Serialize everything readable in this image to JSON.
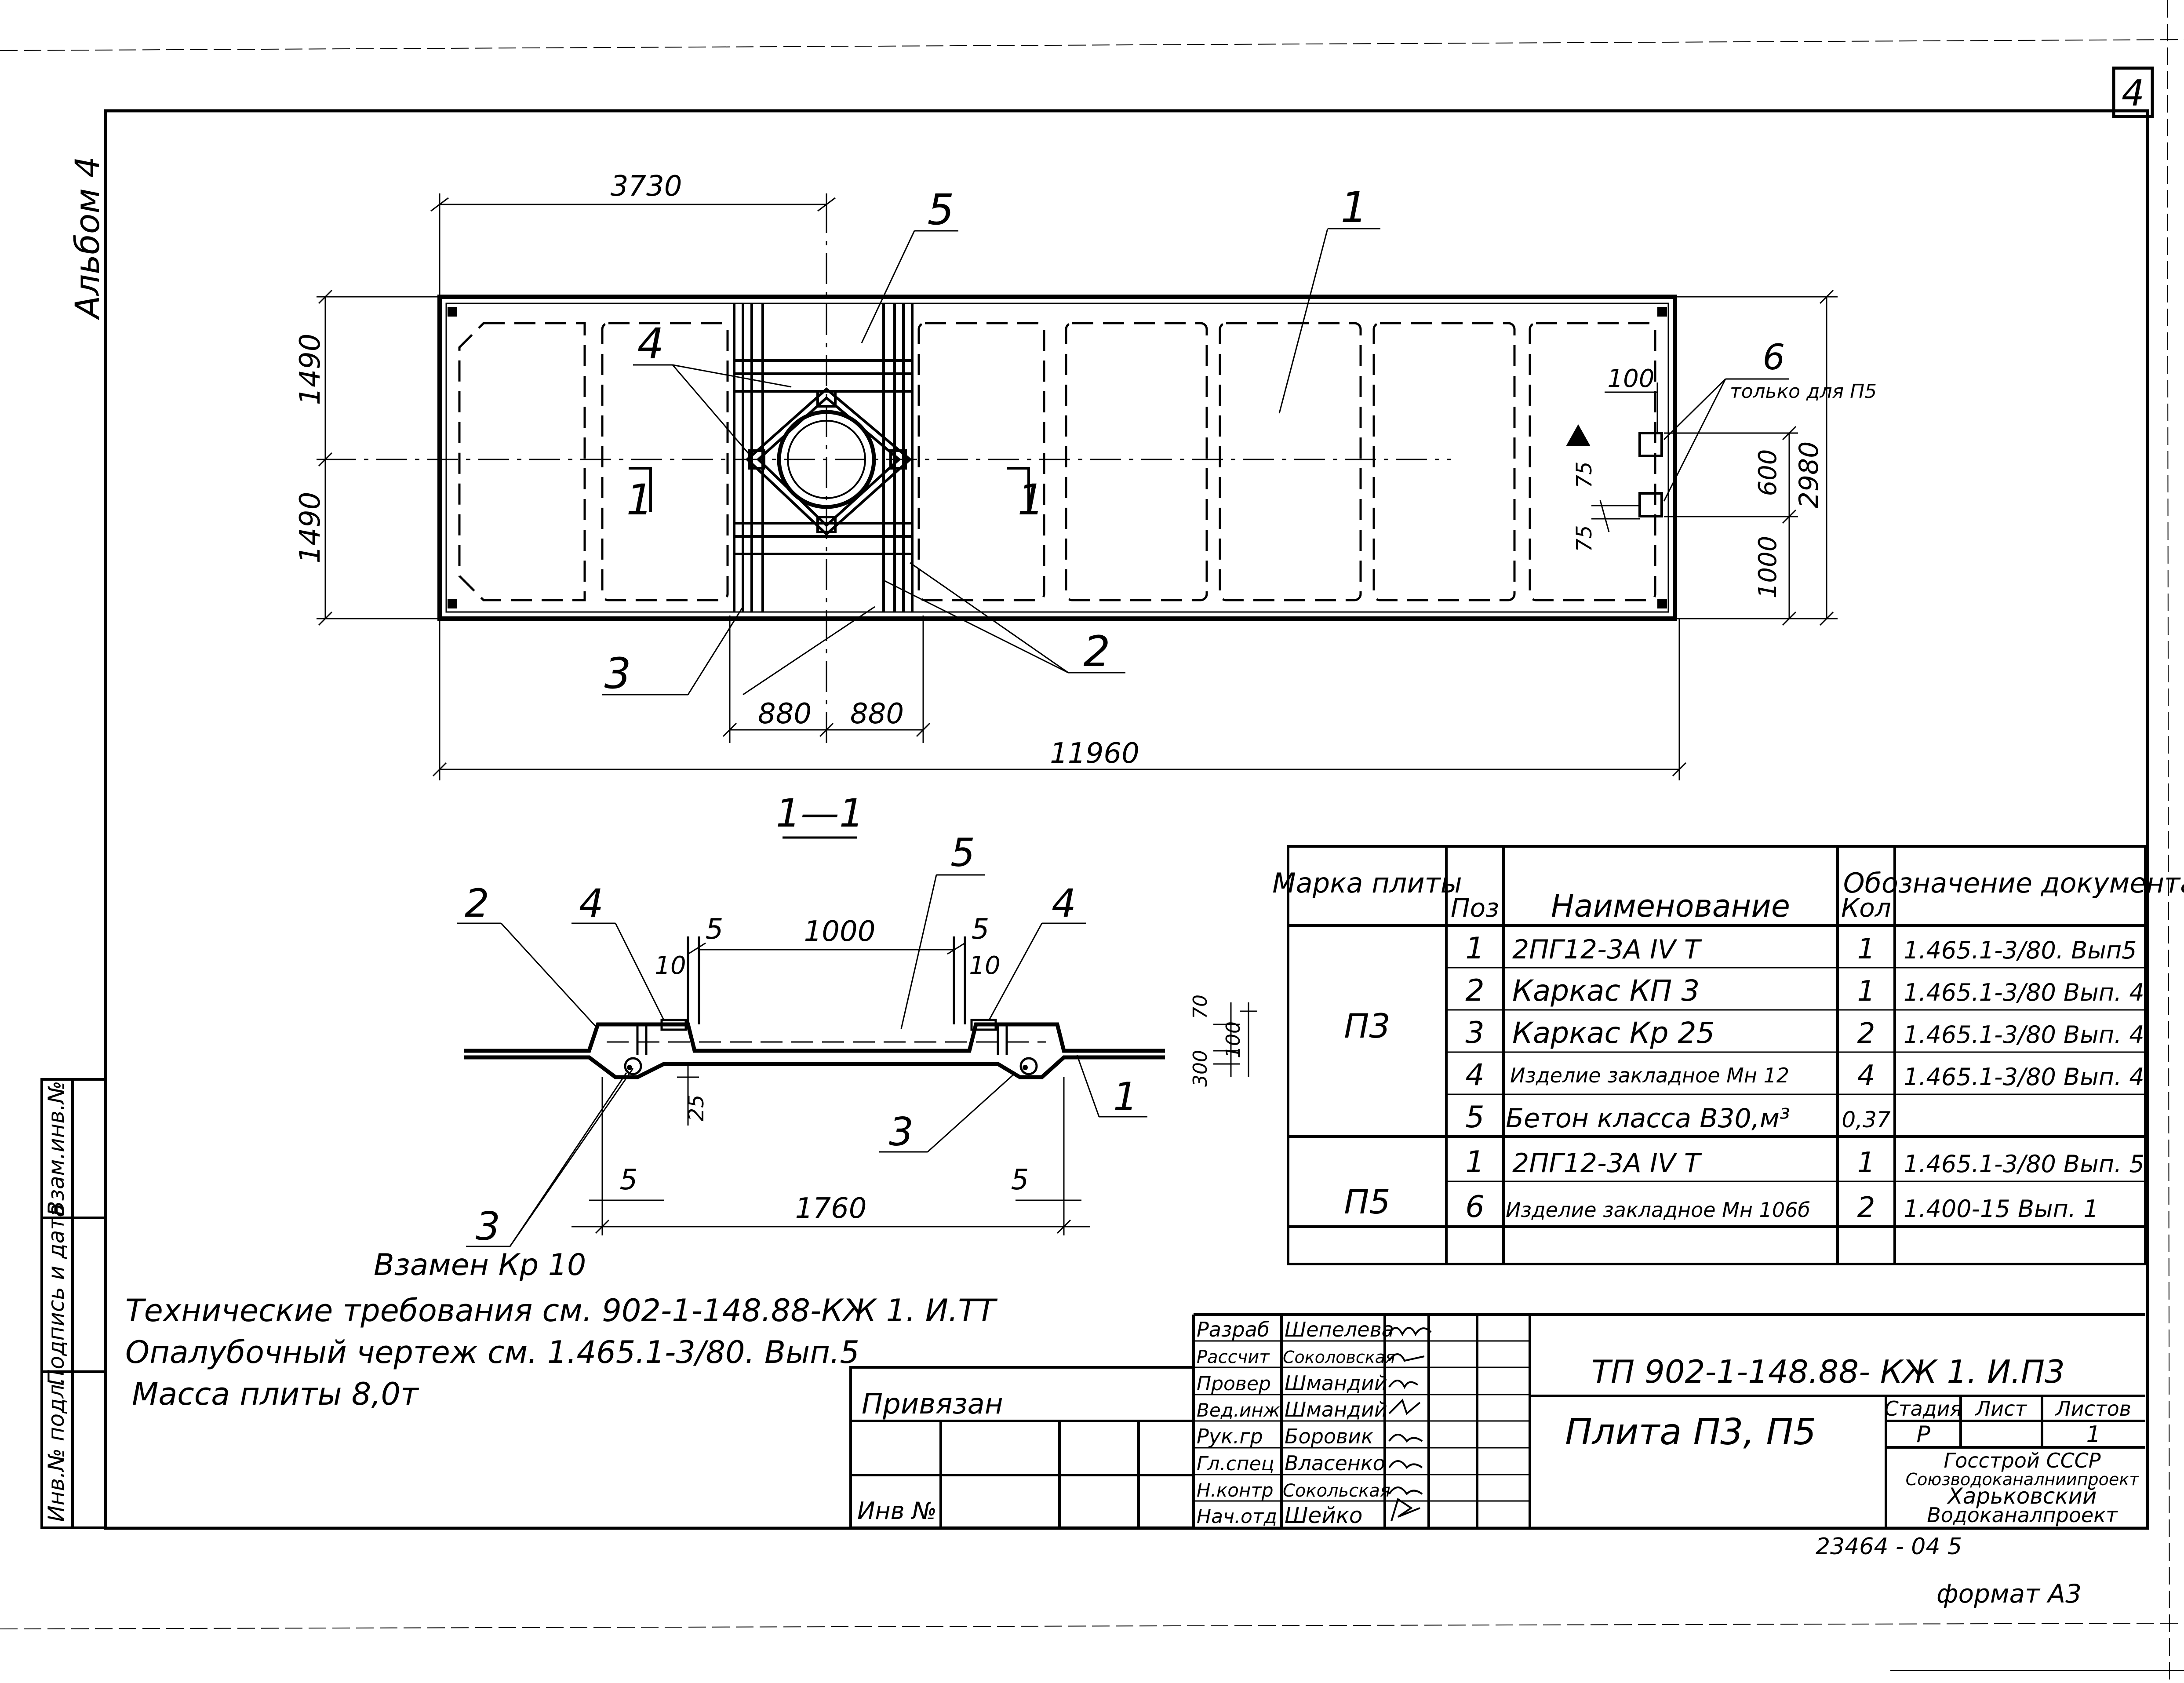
{
  "sheet": {
    "sheet_corner_number": "4",
    "album_label": "Альбом 4",
    "format_label": "формат А3",
    "archive_number": "23464 - 04 5"
  },
  "plan": {
    "dimensions": {
      "d3730": "3730",
      "d1490_top": "1490",
      "d1490_bottom": "1490",
      "d880_left": "880",
      "d880_right": "880",
      "d11960": "11960",
      "d100": "100",
      "d600": "600",
      "d2980": "2980",
      "d1000": "1000",
      "d75_a": "75",
      "d75_b": "75"
    },
    "callouts": {
      "c1": "1",
      "c2": "2",
      "c3": "3",
      "c4": "4",
      "c5": "5",
      "c6": "6"
    },
    "note_only_p5": "только для П5",
    "section_mark_left": "1",
    "section_mark_right": "1"
  },
  "section": {
    "title": "1—1",
    "dimensions": {
      "d1000": "1000",
      "d1760": "1760",
      "d5_tl": "5",
      "d5_tr": "5",
      "d10_l": "10",
      "d10_r": "10",
      "d70": "70",
      "d100": "100",
      "d300": "300",
      "d25": "25",
      "d5_bl": "5",
      "d5_br": "5"
    },
    "callouts": {
      "c2": "2",
      "c4_l": "4",
      "c5": "5",
      "c4_r": "4",
      "c1": "1",
      "c3": "3",
      "c3_b": "3"
    },
    "replacement_note": "Взамен Кр 10"
  },
  "notes": [
    "Технические требования см. 902-1-148.88-КЖ 1. И.ТТ",
    "Опалубочный чертеж см. 1.465.1-3/80. Вып.5",
    "Масса плиты 8,0т"
  ],
  "spec_table": {
    "headers": {
      "mark": "Марка плиты",
      "pos": "Поз",
      "name": "Наименование",
      "qty": "Кол",
      "doc": "Обозначение документа"
    },
    "groups": [
      {
        "mark": "П3"
      },
      {
        "mark": "П5"
      }
    ],
    "rows": [
      {
        "pos": "1",
        "name": "2ПГ12-3А IV Т",
        "qty": "1",
        "doc": "1.465.1-3/80. Вып5"
      },
      {
        "pos": "2",
        "name": "Каркас   КП 3",
        "qty": "1",
        "doc": "1.465.1-3/80 Вып. 4"
      },
      {
        "pos": "3",
        "name": "Каркас   Кр 25",
        "qty": "2",
        "doc": "1.465.1-3/80 Вып. 4"
      },
      {
        "pos": "4",
        "name": "Изделие закладное  Мн 12",
        "qty": "4",
        "doc": "1.465.1-3/80 Вып. 4"
      },
      {
        "pos": "5",
        "name": "Бетон класса В30,м³",
        "qty": "0,37",
        "doc": ""
      },
      {
        "pos": "1",
        "name": "2ПГ12-3А IV Т",
        "qty": "1",
        "doc": "1.465.1-3/80 Вып. 5"
      },
      {
        "pos": "6",
        "name": "Изделие закладное Мн 106б",
        "qty": "2",
        "doc": "1.400-15 Вып. 1"
      }
    ]
  },
  "left_strip": {
    "labels": [
      "Взам.инв.№",
      "Подпись и дата",
      "Инв.№ подл."
    ]
  },
  "binding_block": {
    "label": "Привязан",
    "inv_label": "Инв №"
  },
  "title_block": {
    "roles": [
      "Разраб",
      "Рассчит",
      "Провер",
      "Вед.инж",
      "Рук.гр",
      "Гл.спец",
      "Н.контр",
      "Нач.отд"
    ],
    "names": [
      "Шепелева",
      "Соколовская",
      "Шмандий",
      "Шмандий",
      "Боровик",
      "Власенко",
      "Сокольская",
      "Шейко"
    ],
    "designation": "ТП 902-1-148.88- КЖ 1. И.П3",
    "object_name": "Плита П3, П5",
    "stage_header": "Стадия",
    "sheet_header": "Лист",
    "sheets_header": "Листов",
    "stage": "Р",
    "sheets": "1",
    "org": [
      "Госстрой СССР",
      "Союзводоканалниипроект",
      "Харьковский",
      "Водоканалпроект"
    ]
  }
}
